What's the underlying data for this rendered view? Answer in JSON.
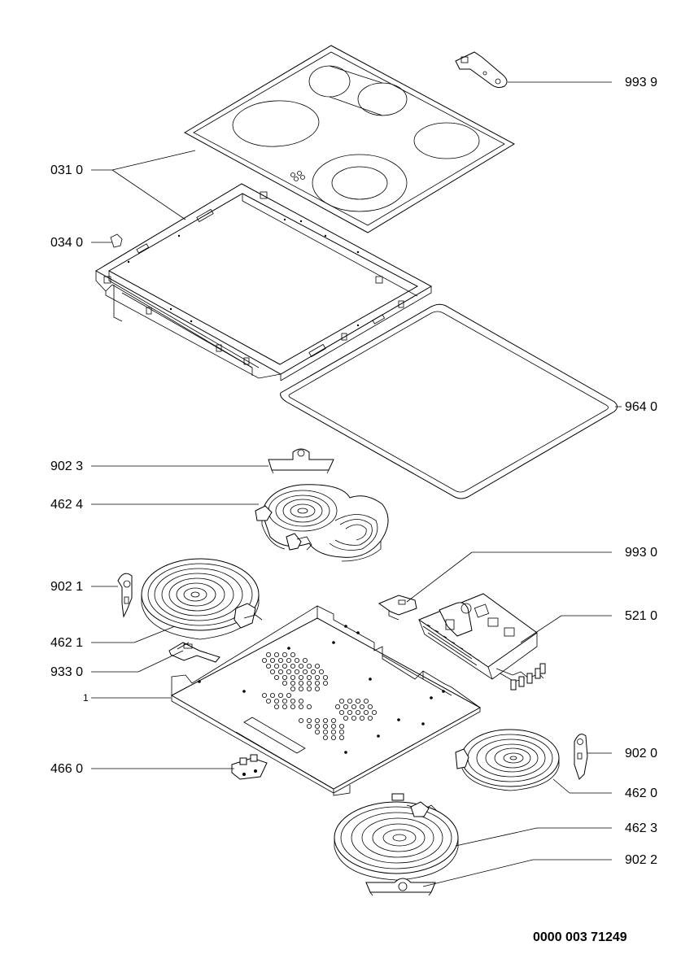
{
  "labels": {
    "l9939": "993 9",
    "l0310": "031 0",
    "l0340": "034 0",
    "l9640": "964 0",
    "l9023": "902 3",
    "l4624": "462 4",
    "l9930": "993 0",
    "l9021": "902 1",
    "l5210": "521 0",
    "l4621": "462 1",
    "l9330": "933 0",
    "l1": "1",
    "l9020": "902 0",
    "l4660": "466 0",
    "l4620": "462 0",
    "l4623": "462 3",
    "l9022": "902 2"
  },
  "document_code": "0000 003 71249"
}
